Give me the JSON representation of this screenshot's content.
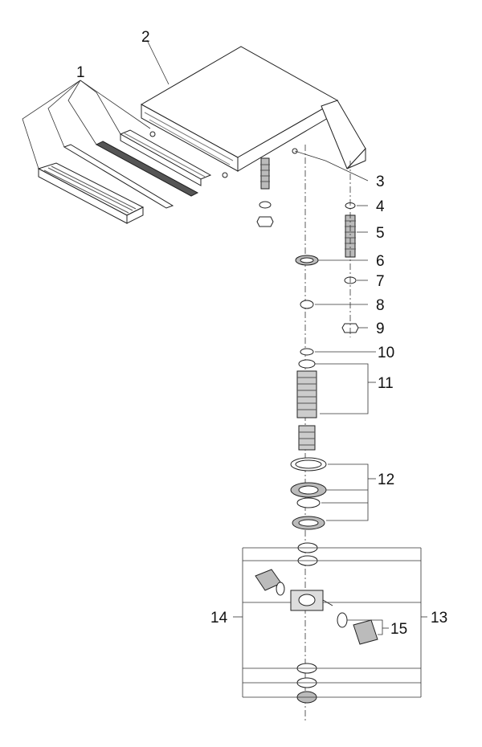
{
  "diagram": {
    "callouts": [
      {
        "id": "1",
        "label": "1"
      },
      {
        "id": "2",
        "label": "2"
      },
      {
        "id": "3",
        "label": "3"
      },
      {
        "id": "4",
        "label": "4"
      },
      {
        "id": "5",
        "label": "5"
      },
      {
        "id": "6",
        "label": "6"
      },
      {
        "id": "7",
        "label": "7"
      },
      {
        "id": "8",
        "label": "8"
      },
      {
        "id": "9",
        "label": "9"
      },
      {
        "id": "10",
        "label": "10"
      },
      {
        "id": "11",
        "label": "11"
      },
      {
        "id": "12",
        "label": "12"
      },
      {
        "id": "13",
        "label": "13"
      },
      {
        "id": "14",
        "label": "14"
      },
      {
        "id": "15",
        "label": "15"
      }
    ],
    "colors": {
      "line": "#222222",
      "part_fill": "#ffffff",
      "part_shade": "#9a9a9a"
    }
  }
}
